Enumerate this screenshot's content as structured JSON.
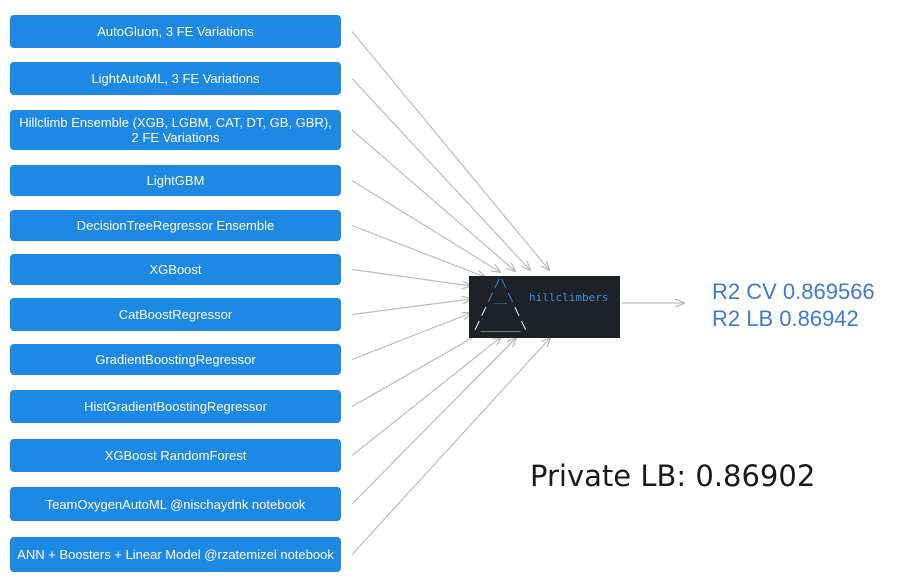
{
  "models": [
    {
      "label": "AutoGluon, 3 FE Variations"
    },
    {
      "label": "LightAutoML, 3 FE Variations"
    },
    {
      "label": "Hillclimb Ensemble (XGB, LGBM, CAT, DT, GB, GBR), 2 FE Variations"
    },
    {
      "label": "LightGBM"
    },
    {
      "label": "DecisionTreeRegressor Ensemble"
    },
    {
      "label": "XGBoost"
    },
    {
      "label": "CatBoostRegressor"
    },
    {
      "label": "GradientBoostingRegressor"
    },
    {
      "label": "HistGradientBoostingRegressor"
    },
    {
      "label": "XGBoost RandomForest"
    },
    {
      "label": "TeamOxygenAutoML @nischaydnk notebook"
    },
    {
      "label": "ANN + Boosters + Linear Model @rzatemizel notebook"
    }
  ],
  "ensembler": {
    "name": "hillclimbers"
  },
  "results": {
    "cv": "R2 CV 0.869566",
    "lb": "R2 LB 0.86942"
  },
  "private_lb": "Private LB: 0.86902",
  "colors": {
    "box": "#1e88e5",
    "arrow": "#bdbdbd",
    "score_text": "#3a7bd5",
    "logo_bg": "#1e2227"
  }
}
